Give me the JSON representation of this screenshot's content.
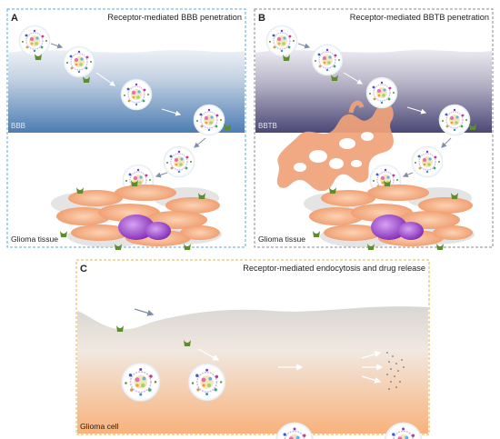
{
  "panels": {
    "a": {
      "letter": "A",
      "title": "Receptor-mediated BBB penetration",
      "barrier_label": "BBB",
      "tissue_label": "Glioma tissue",
      "border_color": "#5aa9d6"
    },
    "b": {
      "letter": "B",
      "title": "Receptor-mediated BBTB penetration",
      "barrier_label": "BBTB",
      "tissue_label": "Glioma tissue",
      "border_color": "#8a8a8a"
    },
    "c": {
      "letter": "C",
      "title": "Receptor-mediated endocytosis and drug release",
      "cell_label": "Glioma cell",
      "border_color": "#e3b34a"
    }
  },
  "colors": {
    "barrier_top": "#e9edf3",
    "barrier_bottom_a": "#4f7fb5",
    "barrier_bottom_b": "#4b4a78",
    "glioma_cell": "#f2a070",
    "nucleus": "#9b3fcc",
    "receptor": "#5c8f2a",
    "cytoplasm": "#f7b07e",
    "arrow": "#7f8fa8"
  }
}
